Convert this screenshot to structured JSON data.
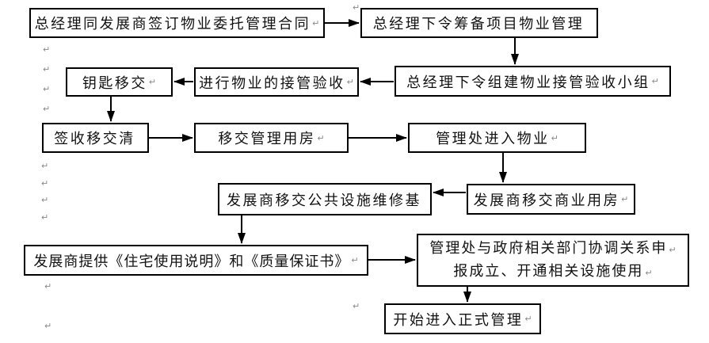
{
  "diagram": {
    "type": "flowchart",
    "background_color": "#ffffff",
    "box_border_color": "#000000",
    "text_color": "#111111",
    "arrow_color": "#000000",
    "return_glyph": "↵",
    "boxes": [
      {
        "id": "sign-contract",
        "label": "总经理同发展商签订物业委托管理合同",
        "mark": "↵"
      },
      {
        "id": "order-preparation",
        "label": "总经理下令筹备项目物业管理",
        "mark": ""
      },
      {
        "id": "form-acceptance-team",
        "label": "总经理下令组建物业接管验收小组",
        "mark": "↵"
      },
      {
        "id": "takeover-acceptance",
        "label": "进行物业的接管验收",
        "mark": "↵"
      },
      {
        "id": "key-handover",
        "label": "钥匙移交",
        "mark": "↵"
      },
      {
        "id": "sign-handover-list",
        "label": "签收移交清",
        "mark": ""
      },
      {
        "id": "handover-management-rooms",
        "label": "移交管理用房",
        "mark": "↵"
      },
      {
        "id": "office-enters-property",
        "label": "管理处进入物业",
        "mark": "↵"
      },
      {
        "id": "handover-commercial-rooms",
        "label": "发展商移交商业用房",
        "mark": "↵"
      },
      {
        "id": "handover-maintenance-fund",
        "label": "发展商移交公共设施维修基",
        "mark": ""
      },
      {
        "id": "provide-documents",
        "label": "发展商提供《住宅使用说明》和《质量保证书》",
        "mark": "↵"
      },
      {
        "id": "coordinate-government",
        "lines": [
          "管理处与政府相关部门协调关系申",
          "报成立、开通相关设施使用"
        ],
        "marks": [
          "↵",
          "↵"
        ]
      },
      {
        "id": "formal-management",
        "label": "开始进入正式管理",
        "mark": "↵"
      }
    ],
    "flow": [
      "sign-contract → order-preparation",
      "order-preparation → form-acceptance-team",
      "form-acceptance-team → takeover-acceptance",
      "takeover-acceptance → key-handover",
      "key-handover → sign-handover-list",
      "sign-handover-list → handover-management-rooms",
      "handover-management-rooms → office-enters-property",
      "office-enters-property → handover-commercial-rooms",
      "handover-commercial-rooms → handover-maintenance-fund",
      "handover-maintenance-fund → provide-documents",
      "provide-documents → coordinate-government",
      "coordinate-government → formal-management"
    ]
  }
}
